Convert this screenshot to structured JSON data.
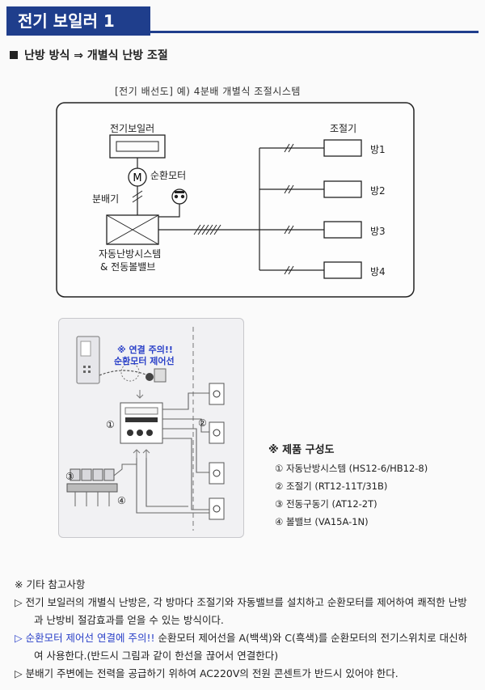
{
  "header": {
    "title": "전기 보일러 1"
  },
  "section": {
    "title": "난방 방식 ⇒ 개별식 난방 조절"
  },
  "diagram": {
    "caption": "[전기 배선도]  예) 4분배 개별식 조절시스템",
    "boiler": "전기보일러",
    "motor_symbol": "M",
    "motor": "순환모터",
    "distributor": "분배기",
    "system_line1": "자동난방시스템",
    "system_line2": "& 전동볼밸브",
    "controller": "조절기",
    "rooms": [
      "방1",
      "방2",
      "방3",
      "방4"
    ]
  },
  "photo": {
    "warning_line1": "※ 연결 주의!!",
    "warning_line2": "순환모터 제어선",
    "labels": [
      "①",
      "②",
      "③",
      "④"
    ]
  },
  "components": {
    "title": "※ 제품 구성도",
    "items": [
      "① 자동난방시스템 (HS12-6/HB12-8)",
      "② 조절기 (RT12-11T/31B)",
      "③ 전동구동기 (AT12-2T)",
      "④ 볼밸브 (VA15A-1N)"
    ]
  },
  "notes": {
    "title": "※ 기타 참고사항",
    "item1": "▷ 전기 보일러의 개별식 난방은, 각 방마다 조절기와 자동밸브를 설치하고 순환모터를 제어하여 쾌적한 난방과 난방비 절감효과를 얻을 수 있는 방식이다.",
    "item2_highlight": "▷ 순환모터 제어선 연결에 주의!!",
    "item2_rest": " 순환모터 제어선을 A(백색)와 C(흑색)를 순환모터의 전기스위치로 대신하여 사용한다.(반드시 그림과 같이 한선을 끊어서 연결한다)",
    "item3": "▷ 분배기 주변에는 전력을 공급하기 위하여 AC220V의 전원 콘센트가 반드시 있어야 한다."
  },
  "colors": {
    "header_bg": "#1f3e8c",
    "highlight": "#2a40c8"
  }
}
